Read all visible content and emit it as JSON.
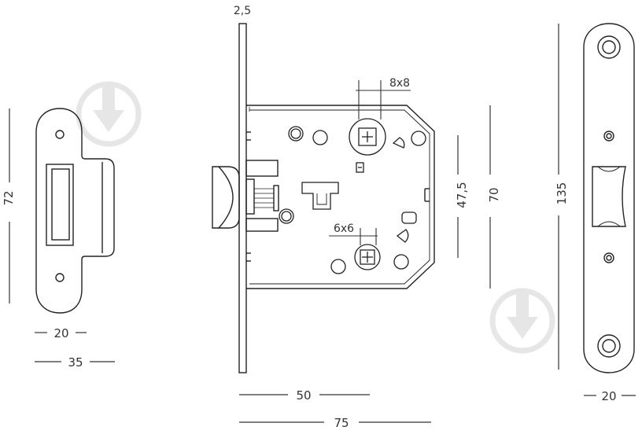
{
  "dimensions": {
    "strike_height": "72",
    "strike_inner_width": "20",
    "strike_outer_width": "35",
    "faceplate_thickness": "2,5",
    "spindle_square": "8x8",
    "thumbturn_square": "6x6",
    "center_distance": "47,5",
    "body_height": "70",
    "backset": "50",
    "total_depth": "75",
    "faceplate_height": "135",
    "faceplate_width": "20"
  },
  "colors": {
    "line": "#222222",
    "watermark": "#e6e6e6"
  },
  "icons": [
    "download-watermark-icon",
    "download-watermark-icon"
  ]
}
